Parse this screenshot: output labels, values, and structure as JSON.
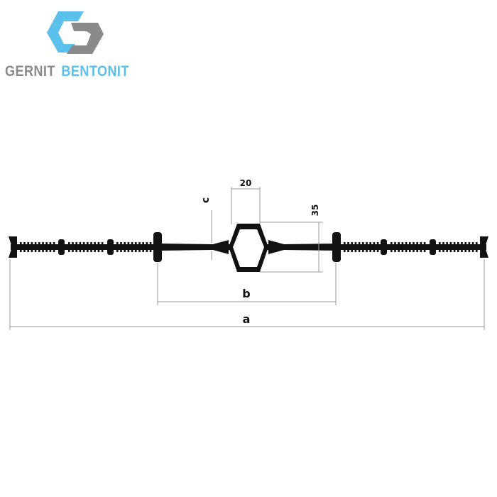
{
  "logo": {
    "word1": "GERNIT",
    "word2": "BENTONIT",
    "color_gray": "#8a8a8a",
    "color_blue": "#5bc0eb"
  },
  "dimensions": {
    "top_width": "20",
    "right_height": "35",
    "left_height": "c",
    "inner_span": "b",
    "overall_width": "a"
  },
  "colors": {
    "profile": "#111111",
    "dimension_line": "#9a9a9a"
  }
}
